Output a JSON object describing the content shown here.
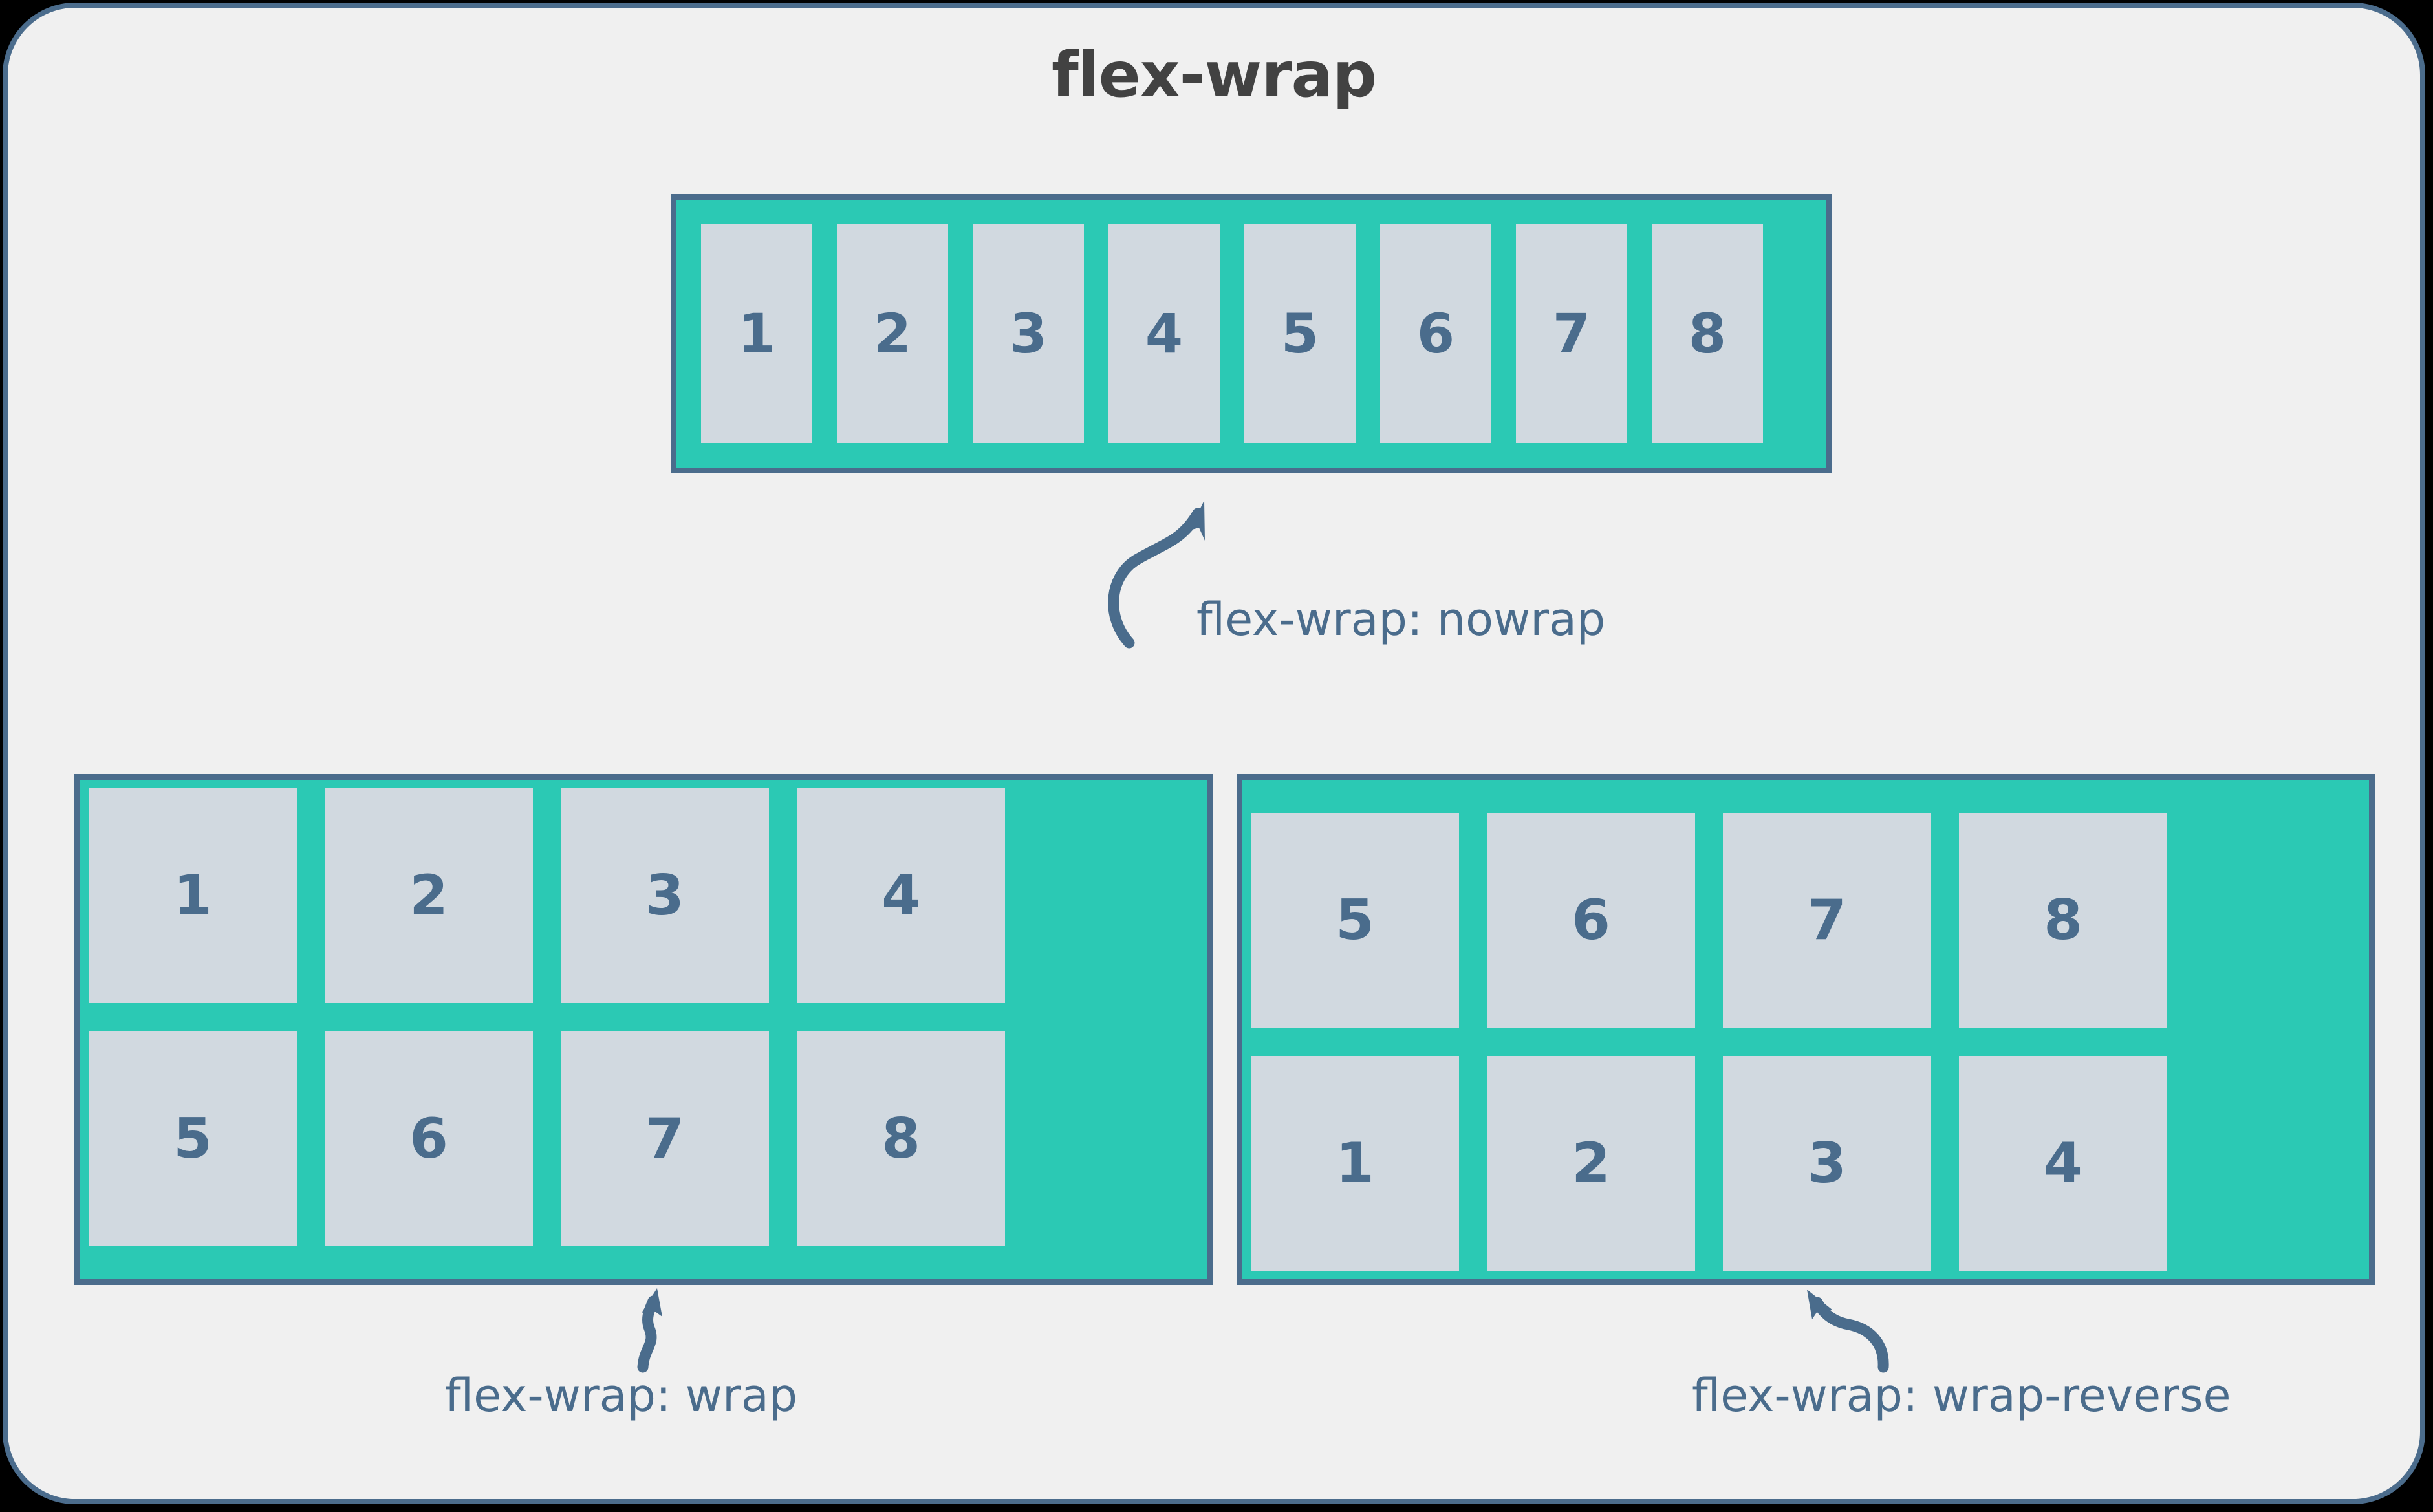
{
  "card": {
    "title": "flex-wrap",
    "background_color": "#F0F0F0",
    "border_color": "#4B6C8C"
  },
  "colors": {
    "container_fill": "#2BC9B4",
    "container_border": "#4B6C8C",
    "item_fill": "#D1D9E0",
    "item_text": "#4A6C8C",
    "title_text": "#424242",
    "annotation_text": "#4A6C8C",
    "page_background": "#000000"
  },
  "diagram": {
    "type": "css-flexbox-illustration",
    "property": "flex-wrap",
    "examples": [
      {
        "id": "nowrap",
        "value": "nowrap",
        "label": "flex-wrap: nowrap",
        "rows": [
          {
            "items": [
              "1",
              "2",
              "3",
              "4",
              "5",
              "6",
              "7",
              "8"
            ]
          }
        ],
        "item_count": 8,
        "arrow": "curved-up-right"
      },
      {
        "id": "wrap",
        "value": "wrap",
        "label": "flex-wrap: wrap",
        "rows": [
          {
            "items": [
              "1",
              "2",
              "3",
              "4",
              "5"
            ]
          },
          {
            "items": [
              "6",
              "7",
              "8"
            ]
          }
        ],
        "item_count": 8,
        "arrow": "curved-up"
      },
      {
        "id": "wrap-reverse",
        "value": "wrap-reverse",
        "label": "flex-wrap: wrap-reverse",
        "rows": [
          {
            "items": [
              "6",
              "7",
              "8"
            ]
          },
          {
            "items": [
              "1",
              "2",
              "3",
              "4",
              "5"
            ]
          }
        ],
        "item_count": 8,
        "arrow": "curved-up-left"
      }
    ]
  }
}
